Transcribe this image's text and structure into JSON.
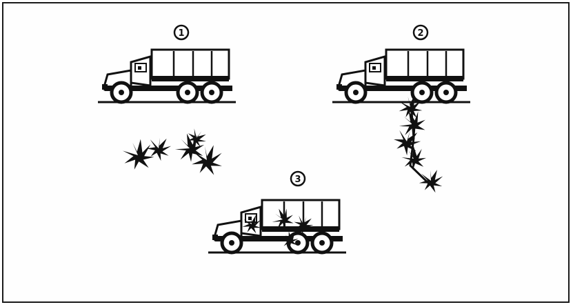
{
  "figure": {
    "panels": [
      {
        "number": "1",
        "content": "truck-with-nearby-explosions"
      },
      {
        "number": "2",
        "content": "truck-with-walking-explosions"
      },
      {
        "number": "3",
        "content": "damaged-truck"
      }
    ]
  }
}
